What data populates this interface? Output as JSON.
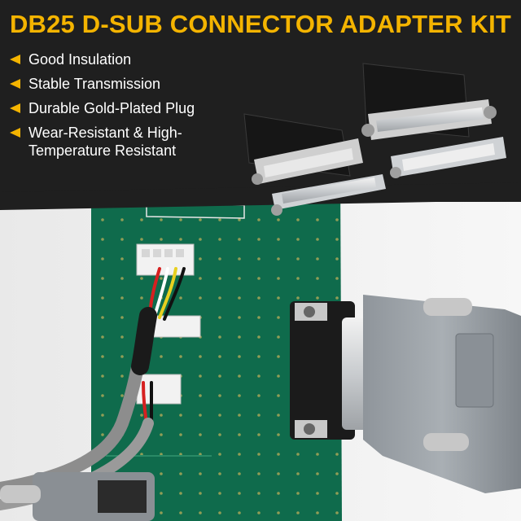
{
  "banner": {
    "title": "DB25 D-SUB CONNECTOR ADAPTER KIT",
    "accent_color": "#f4b400",
    "features": [
      {
        "lines": [
          "Good Insulation"
        ],
        "icon": "arrow-left-icon"
      },
      {
        "lines": [
          "Stable Transmission"
        ],
        "icon": "arrow-left-icon"
      },
      {
        "lines": [
          "Durable Gold-Plated Plug"
        ],
        "icon": "arrow-left-icon"
      },
      {
        "lines": [
          "Wear-Resistant & High-",
          "Temperature Resistant"
        ],
        "icon": "arrow-left-icon"
      }
    ]
  }
}
